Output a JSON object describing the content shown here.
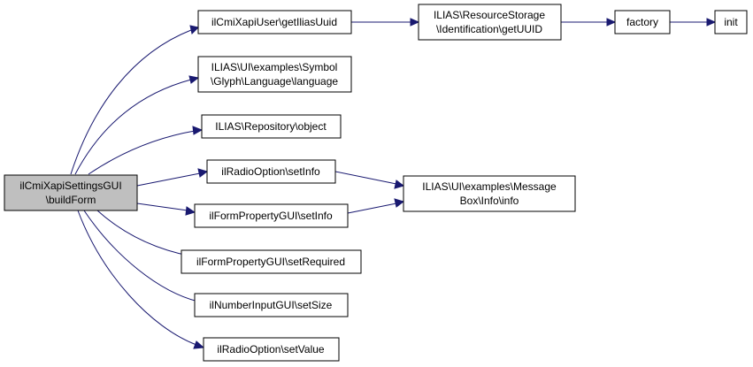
{
  "colors": {
    "edge": "#191970",
    "root_fill": "#bfbfbf",
    "node_fill": "#ffffff",
    "border": "#000000"
  },
  "nodes": {
    "root": {
      "lines": [
        "ilCmiXapiSettingsGUI",
        "\\buildForm"
      ]
    },
    "getIliasUuid": {
      "lines": [
        "ilCmiXapiUser\\getIliasUuid"
      ]
    },
    "language": {
      "lines": [
        "ILIAS\\UI\\examples\\Symbol",
        "\\Glyph\\Language\\language"
      ]
    },
    "object": {
      "lines": [
        "ILIAS\\Repository\\object"
      ]
    },
    "radioSetInfo": {
      "lines": [
        "ilRadioOption\\setInfo"
      ]
    },
    "formSetInfo": {
      "lines": [
        "ilFormPropertyGUI\\setInfo"
      ]
    },
    "setRequired": {
      "lines": [
        "ilFormPropertyGUI\\setRequired"
      ]
    },
    "setSize": {
      "lines": [
        "ilNumberInputGUI\\setSize"
      ]
    },
    "setValue": {
      "lines": [
        "ilRadioOption\\setValue"
      ]
    },
    "getUUID": {
      "lines": [
        "ILIAS\\ResourceStorage",
        "\\Identification\\getUUID"
      ]
    },
    "info": {
      "lines": [
        "ILIAS\\UI\\examples\\Message",
        "Box\\Info\\info"
      ]
    },
    "factory": {
      "lines": [
        "factory"
      ]
    },
    "init": {
      "lines": [
        "init"
      ]
    }
  }
}
